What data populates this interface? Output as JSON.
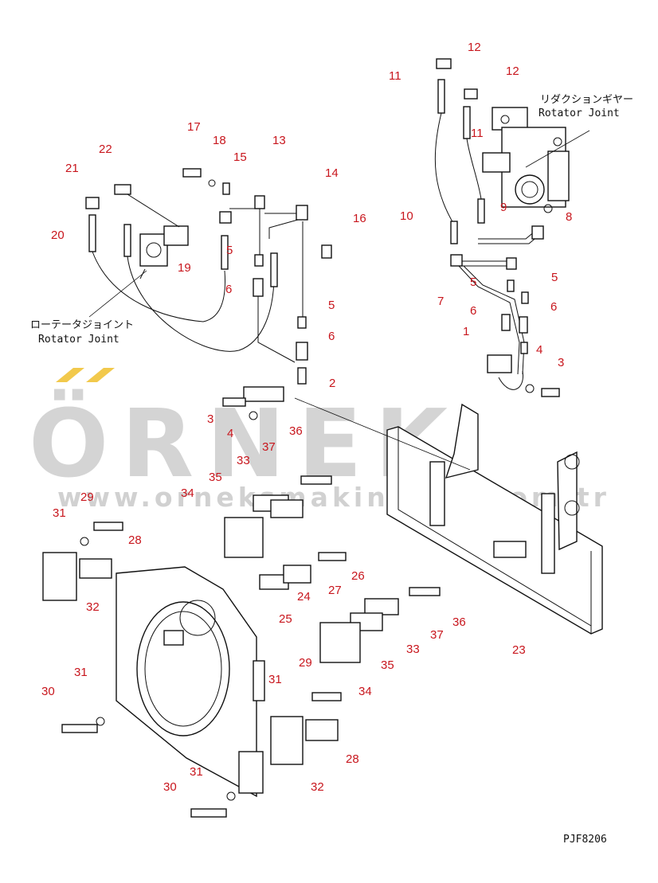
{
  "watermark": {
    "brand": "ÖRNEK",
    "url": "www.orneksmakinalari.com.tr",
    "accent_color": "#f2c94c",
    "text_color": "#c9c9c9"
  },
  "drawing_code": "PJF8206",
  "labels": {
    "reduction_gear_jp": "リダクションギヤー",
    "rotator_joint_right": "Rotator Joint",
    "rotator_joint_jp": "ローテータジョイント",
    "rotator_joint_left": "Rotator Joint"
  },
  "part_numbers": [
    {
      "id": "p12a",
      "n": "12"
    },
    {
      "id": "p12b",
      "n": "12"
    },
    {
      "id": "p11a",
      "n": "11"
    },
    {
      "id": "p11b",
      "n": "11"
    },
    {
      "id": "p17",
      "n": "17"
    },
    {
      "id": "p18",
      "n": "18"
    },
    {
      "id": "p13",
      "n": "13"
    },
    {
      "id": "p15",
      "n": "15"
    },
    {
      "id": "p22",
      "n": "22"
    },
    {
      "id": "p21",
      "n": "21"
    },
    {
      "id": "p14",
      "n": "14"
    },
    {
      "id": "p16",
      "n": "16"
    },
    {
      "id": "p20",
      "n": "20"
    },
    {
      "id": "p19",
      "n": "19"
    },
    {
      "id": "p5a",
      "n": "5"
    },
    {
      "id": "p6a",
      "n": "6"
    },
    {
      "id": "p10",
      "n": "10"
    },
    {
      "id": "p9",
      "n": "9"
    },
    {
      "id": "p8",
      "n": "8"
    },
    {
      "id": "p5b",
      "n": "5"
    },
    {
      "id": "p7",
      "n": "7"
    },
    {
      "id": "p5c",
      "n": "5"
    },
    {
      "id": "p6b",
      "n": "6"
    },
    {
      "id": "p6c",
      "n": "6"
    },
    {
      "id": "p5d",
      "n": "5"
    },
    {
      "id": "p6d",
      "n": "6"
    },
    {
      "id": "p1",
      "n": "1"
    },
    {
      "id": "p4a",
      "n": "4"
    },
    {
      "id": "p3a",
      "n": "3"
    },
    {
      "id": "p2",
      "n": "2"
    },
    {
      "id": "p3b",
      "n": "3"
    },
    {
      "id": "p4b",
      "n": "4"
    },
    {
      "id": "p37a",
      "n": "37"
    },
    {
      "id": "p36a",
      "n": "36"
    },
    {
      "id": "p33a",
      "n": "33"
    },
    {
      "id": "p35a",
      "n": "35"
    },
    {
      "id": "p34a",
      "n": "34"
    },
    {
      "id": "p29a",
      "n": "29"
    },
    {
      "id": "p31a",
      "n": "31"
    },
    {
      "id": "p28a",
      "n": "28"
    },
    {
      "id": "p26",
      "n": "26"
    },
    {
      "id": "p24",
      "n": "24"
    },
    {
      "id": "p27",
      "n": "27"
    },
    {
      "id": "p32a",
      "n": "32"
    },
    {
      "id": "p25",
      "n": "25"
    },
    {
      "id": "p36b",
      "n": "36"
    },
    {
      "id": "p37b",
      "n": "37"
    },
    {
      "id": "p33b",
      "n": "33"
    },
    {
      "id": "p23",
      "n": "23"
    },
    {
      "id": "p35b",
      "n": "35"
    },
    {
      "id": "p29b",
      "n": "29"
    },
    {
      "id": "p31b",
      "n": "31"
    },
    {
      "id": "p34b",
      "n": "34"
    },
    {
      "id": "p30a",
      "n": "30"
    },
    {
      "id": "p31c",
      "n": "31"
    },
    {
      "id": "p28b",
      "n": "28"
    },
    {
      "id": "p31d",
      "n": "31"
    },
    {
      "id": "p32b",
      "n": "32"
    },
    {
      "id": "p30b",
      "n": "30"
    }
  ]
}
